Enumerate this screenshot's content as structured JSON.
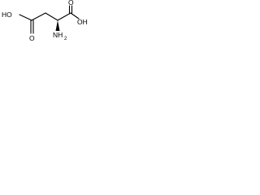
{
  "structure": {
    "labels": {
      "hydroxyl_left": "HO",
      "carbonyl_oxygen_left": "O",
      "amine": "NH",
      "amine_subscript": "2",
      "carbonyl_oxygen_right": "O",
      "hydroxyl_right": "OH"
    },
    "bond_color": "#000000",
    "label_color": "#000000",
    "stereo_wedge": "wedge-to-amine"
  }
}
